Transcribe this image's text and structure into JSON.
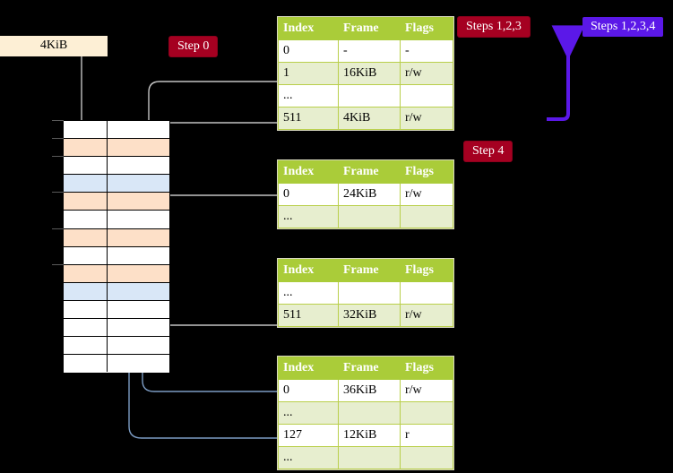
{
  "badges": {
    "step0": "Step 0",
    "step4": "Step 4",
    "steps123": "Steps 1,2,3",
    "steps1234": "Steps 1,2,3,4"
  },
  "colors": {
    "badge_red": "#a50021",
    "badge_blue": "#5b18e8",
    "table_header": "#aacc39",
    "table_alt_row": "#e7eecf",
    "highlight": "#fcfaae",
    "mem_peach": "#fde0c8",
    "mem_sky": "#d9e7f7",
    "size_label_bg": "#fdefd5",
    "connector_gray": "#bdbdbd",
    "connector_blue": "#7c9cc4"
  },
  "size_label": {
    "text": "4KiB"
  },
  "tables": [
    {
      "name": "level-4-table",
      "columns": [
        "Index",
        "Frame",
        "Flags"
      ],
      "rows": [
        {
          "style": "plain",
          "cells": [
            "0",
            "-",
            "-"
          ]
        },
        {
          "style": "alt",
          "cells": [
            "1",
            "16KiB",
            "r/w"
          ]
        },
        {
          "style": "plain",
          "cells": [
            "...",
            "",
            ""
          ]
        },
        {
          "style": "alt",
          "highlight": true,
          "cells": [
            "511",
            "4KiB",
            "r/w"
          ]
        }
      ]
    },
    {
      "name": "level-3-table",
      "columns": [
        "Index",
        "Frame",
        "Flags"
      ],
      "rows": [
        {
          "style": "plain",
          "cells": [
            "0",
            "24KiB",
            "r/w"
          ]
        },
        {
          "style": "alt",
          "cells": [
            "...",
            "",
            ""
          ]
        }
      ]
    },
    {
      "name": "level-2-table",
      "columns": [
        "Index",
        "Frame",
        "Flags"
      ],
      "rows": [
        {
          "style": "plain",
          "cells": [
            "...",
            "",
            ""
          ]
        },
        {
          "style": "alt",
          "cells": [
            "511",
            "32KiB",
            "r/w"
          ]
        }
      ]
    },
    {
      "name": "level-1-table",
      "columns": [
        "Index",
        "Frame",
        "Flags"
      ],
      "rows": [
        {
          "style": "plain",
          "cells": [
            "0",
            "36KiB",
            "r/w"
          ]
        },
        {
          "style": "alt",
          "cells": [
            "...",
            "",
            ""
          ]
        },
        {
          "style": "plain",
          "cells": [
            "127",
            "12KiB",
            "r"
          ]
        },
        {
          "style": "alt",
          "cells": [
            "...",
            "",
            ""
          ]
        }
      ]
    }
  ],
  "memory": {
    "name": "physical-memory-column",
    "rows": [
      {
        "fill": "white"
      },
      {
        "fill": "peach"
      },
      {
        "fill": "white"
      },
      {
        "fill": "sky"
      },
      {
        "fill": "peach"
      },
      {
        "fill": "white"
      },
      {
        "fill": "peach"
      },
      {
        "fill": "white"
      },
      {
        "fill": "peach"
      },
      {
        "fill": "sky"
      },
      {
        "fill": "white"
      },
      {
        "fill": "white"
      },
      {
        "fill": "white"
      },
      {
        "fill": "white"
      }
    ]
  }
}
